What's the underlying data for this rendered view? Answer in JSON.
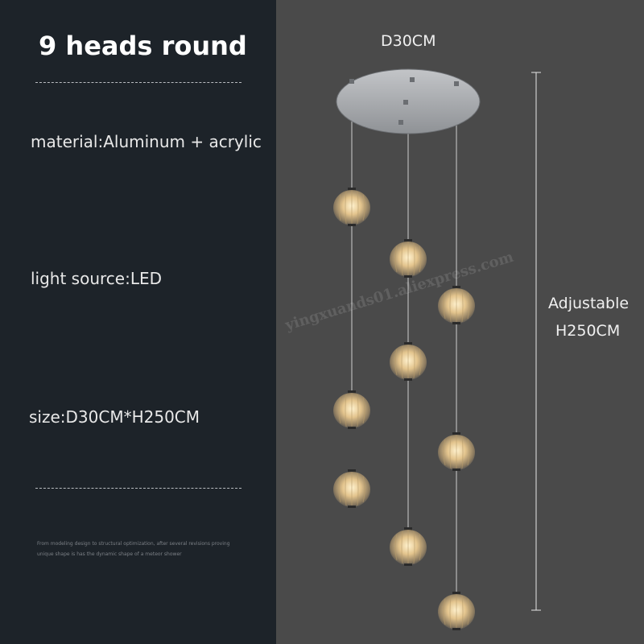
{
  "title": "9 heads round",
  "specs": {
    "material": "material:Aluminum + acrylic",
    "light_source": "light source:LED",
    "size": "size:D30CM*H250CM"
  },
  "fine_print": {
    "line1": "From modeling design to structural optimization, after several revisions proving",
    "line2": "unique shape is has the dynamic shape of a meteor shower"
  },
  "dimensions": {
    "diameter": "D30CM",
    "height_line1": "Adjustable",
    "height_line2": "H250CM"
  },
  "watermark": "yingxuands01.aliexpress.com",
  "colors": {
    "left_background": "#1d2329",
    "right_background": "#4a4a4a",
    "canopy": "#a7a9ac",
    "globe_glow": "#e3c48d"
  }
}
